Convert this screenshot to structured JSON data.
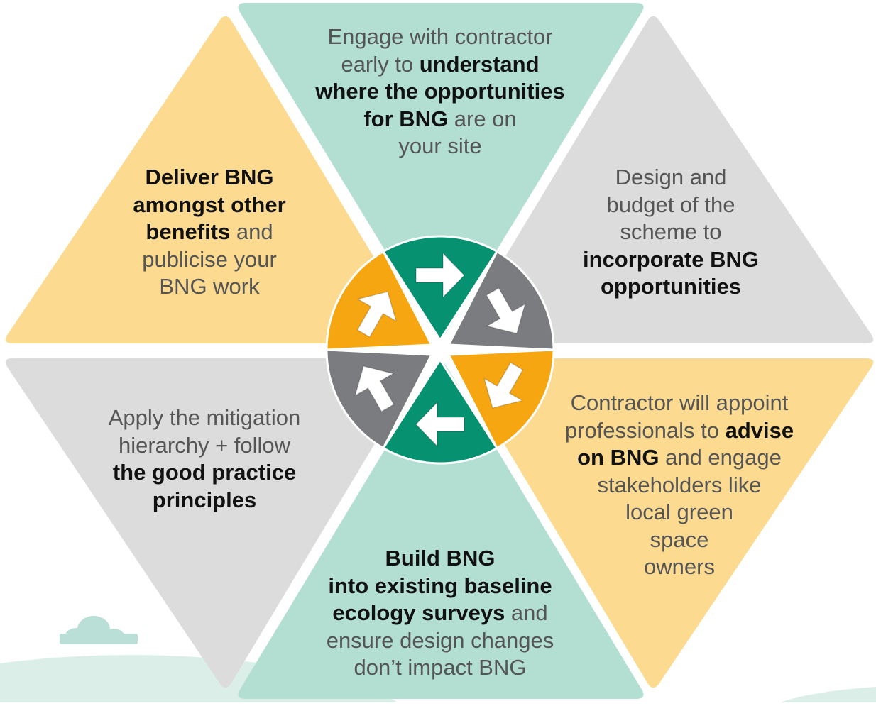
{
  "colors": {
    "teal_light": "#b3dfd3",
    "yellow_light": "#fcdb91",
    "grey_light": "#dcdcdc",
    "hub_green": "#069170",
    "hub_grey": "#7b7c7f",
    "hub_orange": "#f5a611",
    "text_grey": "#555555",
    "text_dark": "#111111",
    "cloud": "#b9dfd6"
  },
  "hub_arrows": [
    {
      "name": "top",
      "icon": "arrow-right-icon"
    },
    {
      "name": "top-right",
      "icon": "arrow-down-right-icon"
    },
    {
      "name": "bottom-right",
      "icon": "arrow-down-left-icon"
    },
    {
      "name": "bottom",
      "icon": "arrow-left-icon"
    },
    {
      "name": "bottom-left",
      "icon": "arrow-up-left-icon"
    },
    {
      "name": "top-left",
      "icon": "arrow-up-right-icon"
    }
  ],
  "segments": {
    "top": {
      "lines": [
        [
          {
            "t": "Engage with contractor",
            "b": false
          }
        ],
        [
          {
            "t": "early to ",
            "b": false
          },
          {
            "t": "understand",
            "b": true
          }
        ],
        [
          {
            "t": "where the opportunities",
            "b": true
          }
        ],
        [
          {
            "t": "for BNG",
            "b": true
          },
          {
            "t": " are on",
            "b": false
          }
        ],
        [
          {
            "t": "your site",
            "b": false
          }
        ]
      ]
    },
    "top_right": {
      "lines": [
        [
          {
            "t": "Design and",
            "b": false
          }
        ],
        [
          {
            "t": "budget of the",
            "b": false
          }
        ],
        [
          {
            "t": "scheme to",
            "b": false
          }
        ],
        [
          {
            "t": "incorporate BNG",
            "b": true
          }
        ],
        [
          {
            "t": "opportunities",
            "b": true
          }
        ]
      ]
    },
    "bottom_right": {
      "lines": [
        [
          {
            "t": "Contractor will appoint",
            "b": false
          }
        ],
        [
          {
            "t": "professionals to ",
            "b": false
          },
          {
            "t": "advise",
            "b": true
          }
        ],
        [
          {
            "t": "on BNG",
            "b": true
          },
          {
            "t": " and engage",
            "b": false
          }
        ],
        [
          {
            "t": "stakeholders like",
            "b": false
          }
        ],
        [
          {
            "t": "local green",
            "b": false
          }
        ],
        [
          {
            "t": "space",
            "b": false
          }
        ],
        [
          {
            "t": "owners",
            "b": false
          }
        ]
      ]
    },
    "bottom": {
      "lines": [
        [
          {
            "t": "Build BNG",
            "b": true
          }
        ],
        [
          {
            "t": "into existing baseline",
            "b": true
          }
        ],
        [
          {
            "t": "ecology surveys",
            "b": true
          },
          {
            "t": " and",
            "b": false
          }
        ],
        [
          {
            "t": "ensure design changes",
            "b": false
          }
        ],
        [
          {
            "t": "don’t impact BNG",
            "b": false
          }
        ]
      ]
    },
    "bottom_left": {
      "lines": [
        [
          {
            "t": "Apply the mitigation",
            "b": false
          }
        ],
        [
          {
            "t": "hierarchy + follow",
            "b": false
          }
        ],
        [
          {
            "t": "the good practice",
            "b": true
          }
        ],
        [
          {
            "t": "principles",
            "b": true
          }
        ]
      ]
    },
    "top_left": {
      "lines": [
        [
          {
            "t": "Deliver BNG",
            "b": true
          }
        ],
        [
          {
            "t": "amongst other",
            "b": true
          }
        ],
        [
          {
            "t": "benefits",
            "b": true
          },
          {
            "t": " and",
            "b": false
          }
        ],
        [
          {
            "t": "publicise your",
            "b": false
          }
        ],
        [
          {
            "t": "BNG work",
            "b": false
          }
        ]
      ]
    }
  }
}
